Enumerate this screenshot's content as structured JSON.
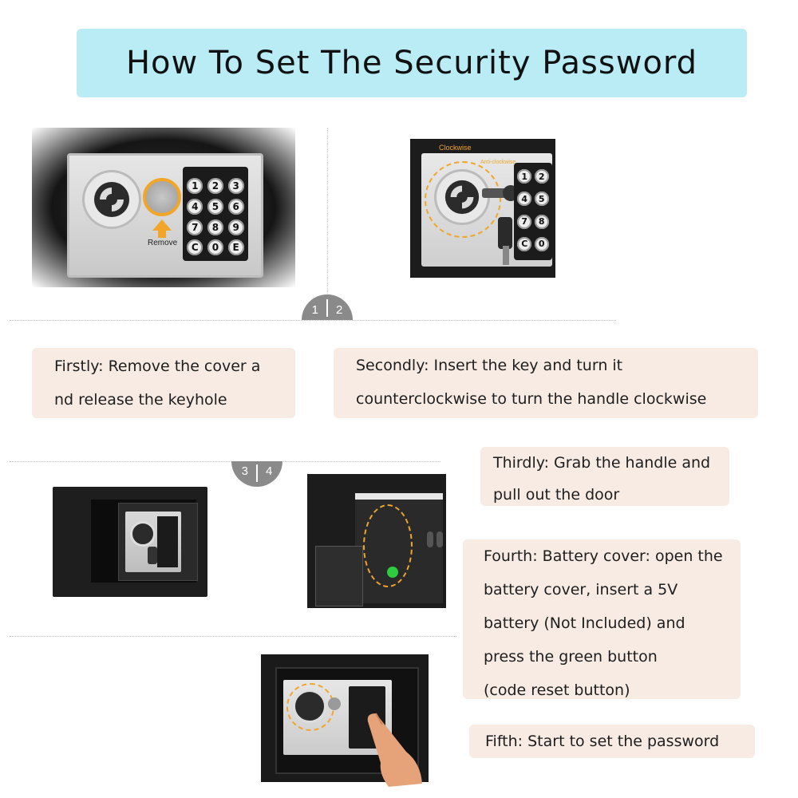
{
  "title": "How To Set The Security Password",
  "badges": {
    "step12": [
      "1",
      "2"
    ],
    "step34": [
      "3",
      "4"
    ]
  },
  "step1": {
    "label_remove": "Remove",
    "keys": [
      "1",
      "2",
      "3",
      "4",
      "5",
      "6",
      "7",
      "8",
      "9",
      "C",
      "0",
      "E"
    ],
    "caption": [
      "Firstly: Remove the cover a",
      "nd release the keyhole"
    ]
  },
  "step2": {
    "label_clockwise": "Clockwise",
    "label_anticlockwise": "Anti-clockwise",
    "keys": [
      "1",
      "2",
      "4",
      "5",
      "7",
      "8",
      "C",
      "0"
    ],
    "caption": [
      "Secondly: Insert the key and turn it",
      "counterclockwise to turn the handle clockwise"
    ]
  },
  "step3": {
    "caption": [
      "Thirdly: Grab the handle and",
      "pull out the door"
    ]
  },
  "step4": {
    "caption": [
      "Fourth: Battery cover: open the",
      "battery cover, insert a 5V",
      "battery (Not Included) and",
      "press the green button",
      "(code reset button)"
    ]
  },
  "step5": {
    "caption": [
      "Fifth: Start to set the password"
    ]
  }
}
